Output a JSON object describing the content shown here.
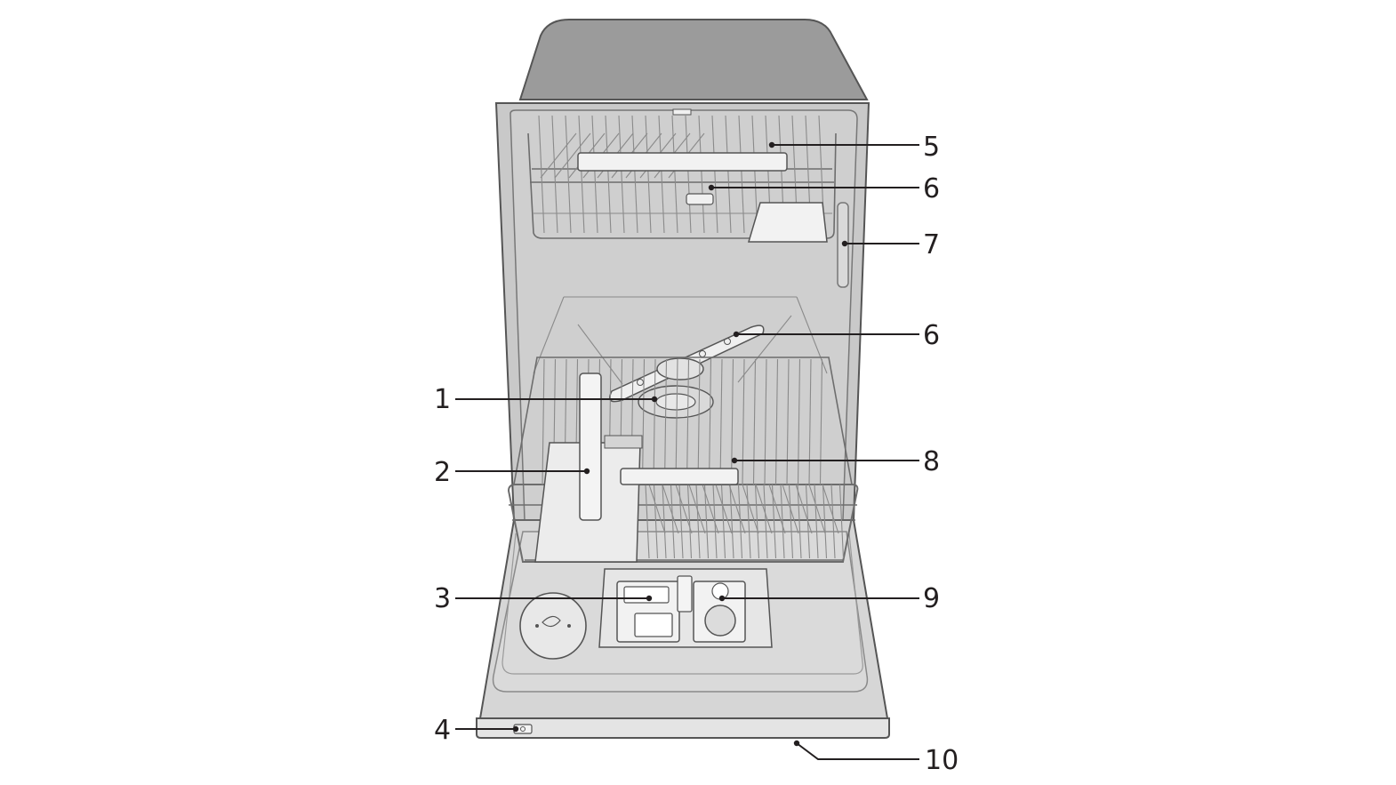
{
  "callouts": [
    {
      "id": "c1",
      "label": "1"
    },
    {
      "id": "c2",
      "label": "2"
    },
    {
      "id": "c3",
      "label": "3"
    },
    {
      "id": "c4",
      "label": "4"
    },
    {
      "id": "c5",
      "label": "5"
    },
    {
      "id": "c6a",
      "label": "6"
    },
    {
      "id": "c7",
      "label": "7"
    },
    {
      "id": "c6b",
      "label": "6"
    },
    {
      "id": "c8",
      "label": "8"
    },
    {
      "id": "c9",
      "label": "9"
    },
    {
      "id": "c10",
      "label": "10"
    }
  ],
  "colors": {
    "cabinet_top": "#9b9b9b",
    "tub": "#c9c9c9",
    "door": "#d6d6d6",
    "rack": "#6d6d6d",
    "line": "#231f20"
  }
}
